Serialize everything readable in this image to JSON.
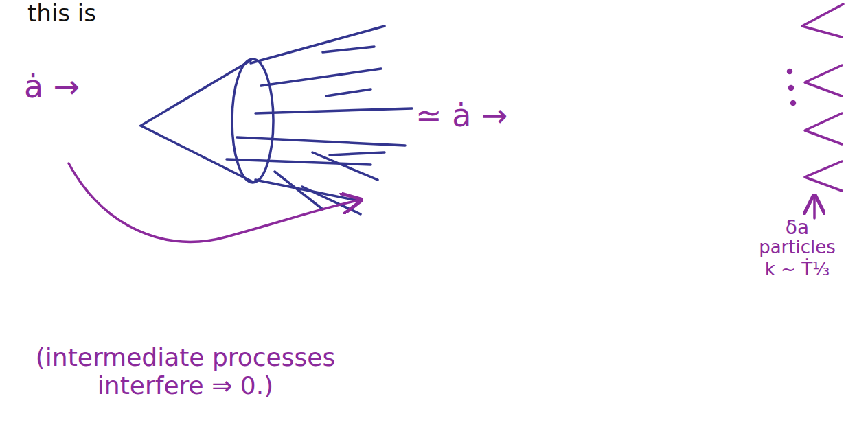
{
  "diagram": {
    "labels": [
      "this is",
      "ȧ →",
      "≃ ȧ →",
      "δa",
      "particles",
      "k ~ Ṫ⅓",
      "(intermediate processes interfere ⇒ 0.)"
    ]
  }
}
